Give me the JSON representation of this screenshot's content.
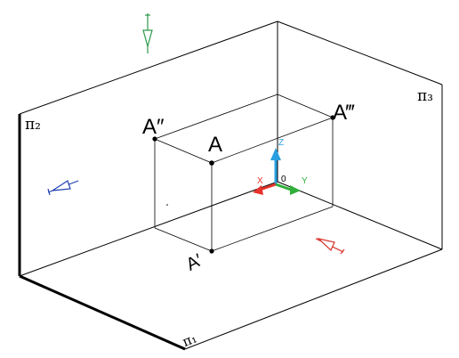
{
  "planes": {
    "pi1": "π₁",
    "pi2": "π₂",
    "pi3": "π₃"
  },
  "points": {
    "a": "A",
    "a_double_prime": "A″",
    "a_triple_prime": "A‴",
    "a_prime": "A′"
  },
  "axes": {
    "x": "X",
    "y": "Y",
    "z": "Z",
    "origin": "0"
  },
  "colors": {
    "frame": "#000000",
    "x_axis": "#e8322b",
    "y_axis": "#2fae3a",
    "z_axis": "#2a9fe0",
    "view_green": "#2e9a4a",
    "view_blue": "#1f3fb0",
    "view_red": "#d8332a"
  }
}
